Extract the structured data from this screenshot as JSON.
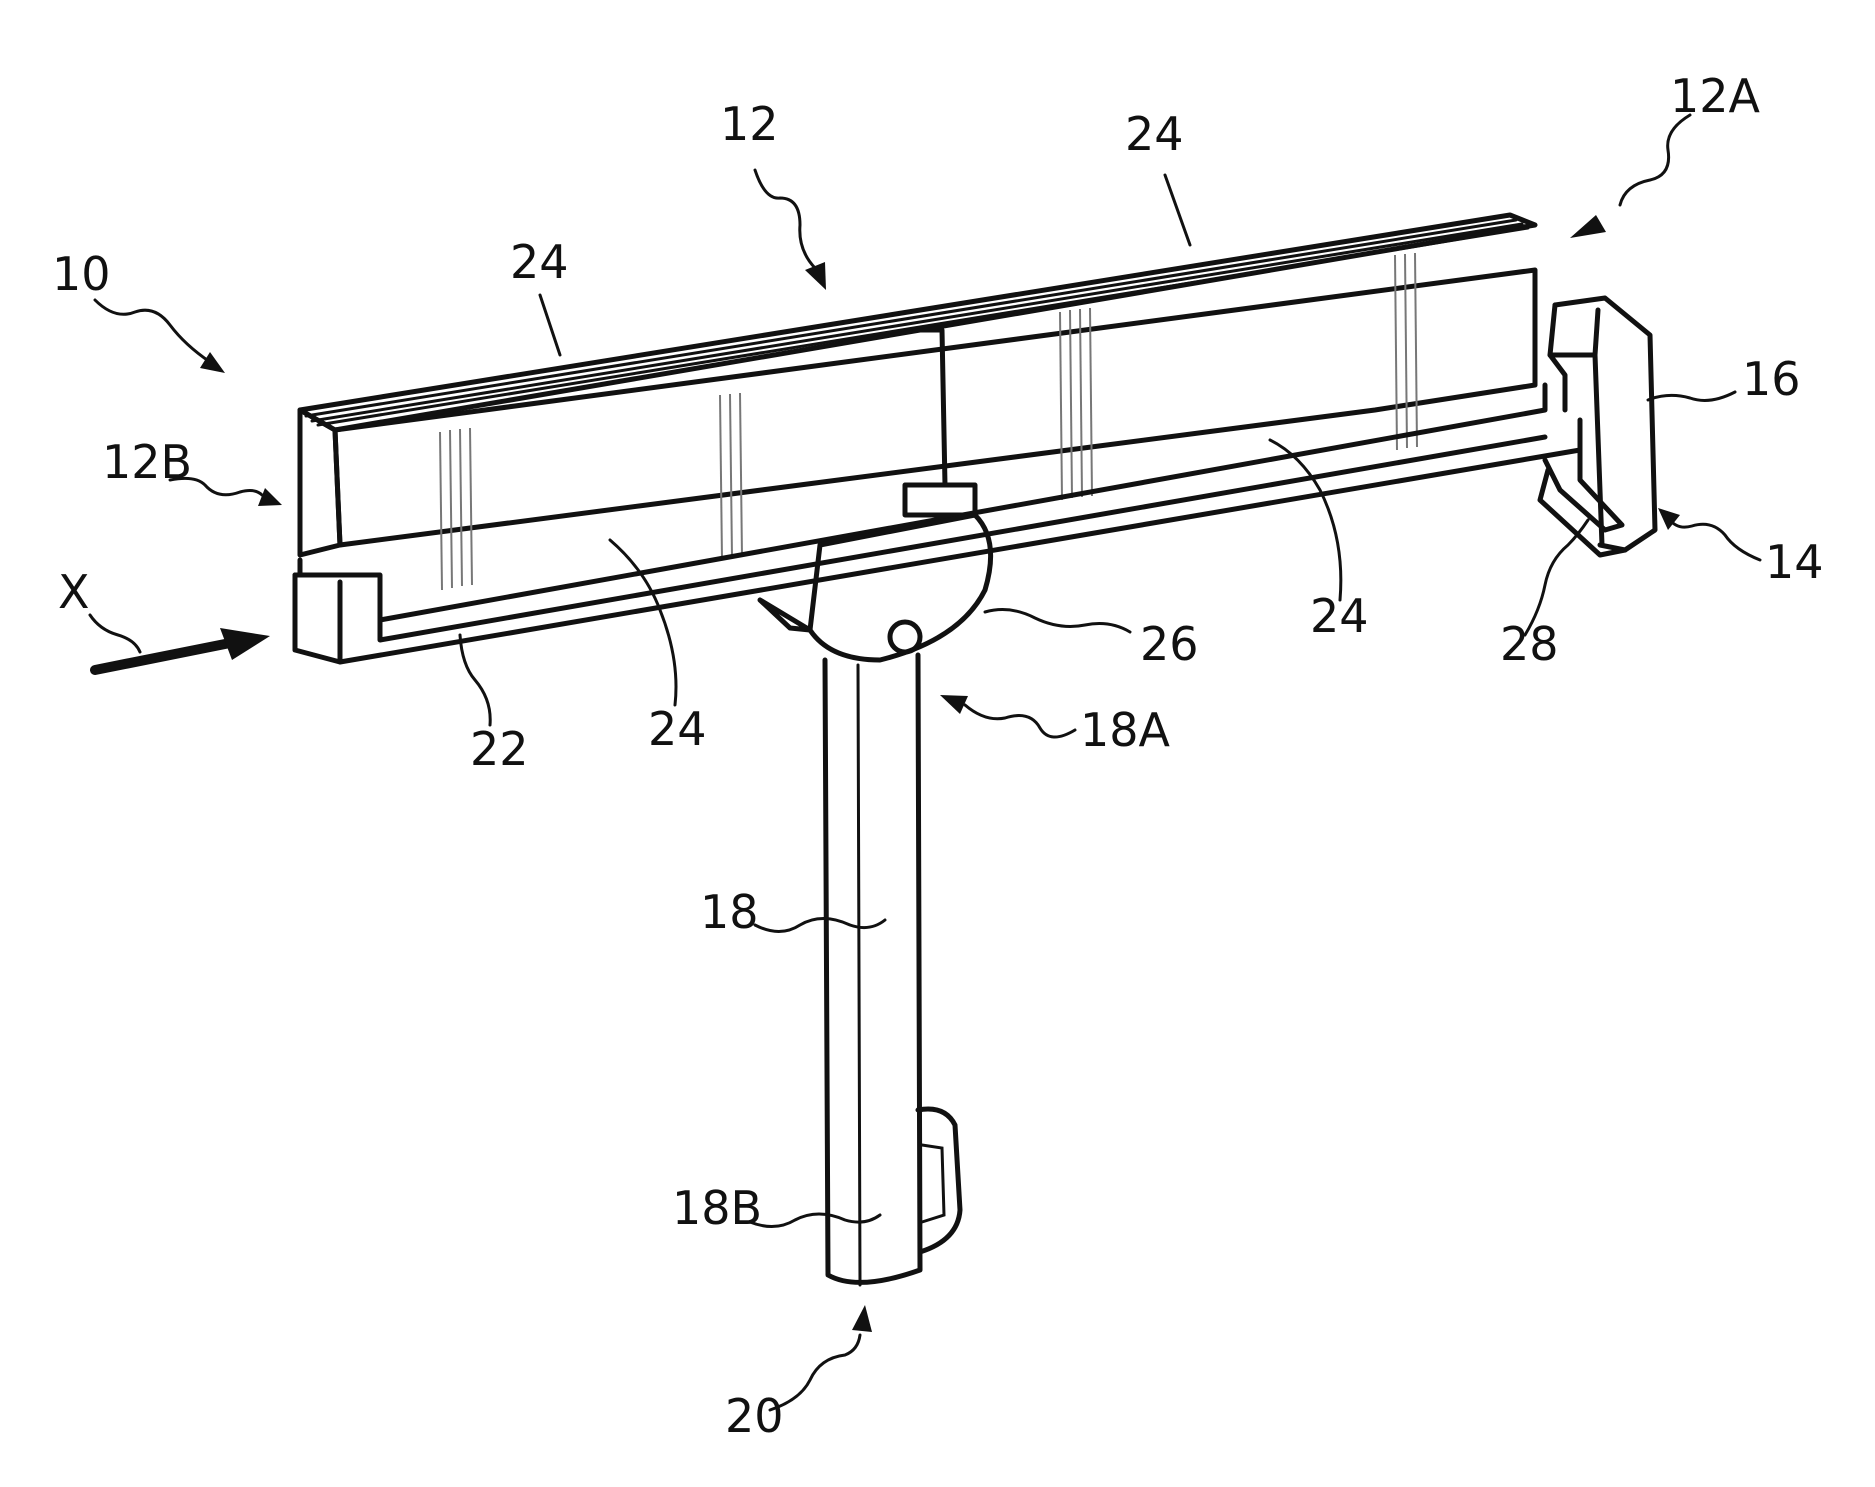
{
  "figure": {
    "labels": {
      "device": "10",
      "body": "12",
      "body_end_a": "12A",
      "body_end_b": "12B",
      "hook_assembly": "14",
      "hook": "16",
      "handle": "18",
      "handle_end_a": "18A",
      "handle_end_b": "18B",
      "handle_assembly": "20",
      "rail": "22",
      "panel_top_left": "24",
      "panel_top_right": "24",
      "panel_front_left": "24",
      "panel_front_right": "24",
      "pivot_plate": "26",
      "latch": "28",
      "direction": "X"
    }
  }
}
